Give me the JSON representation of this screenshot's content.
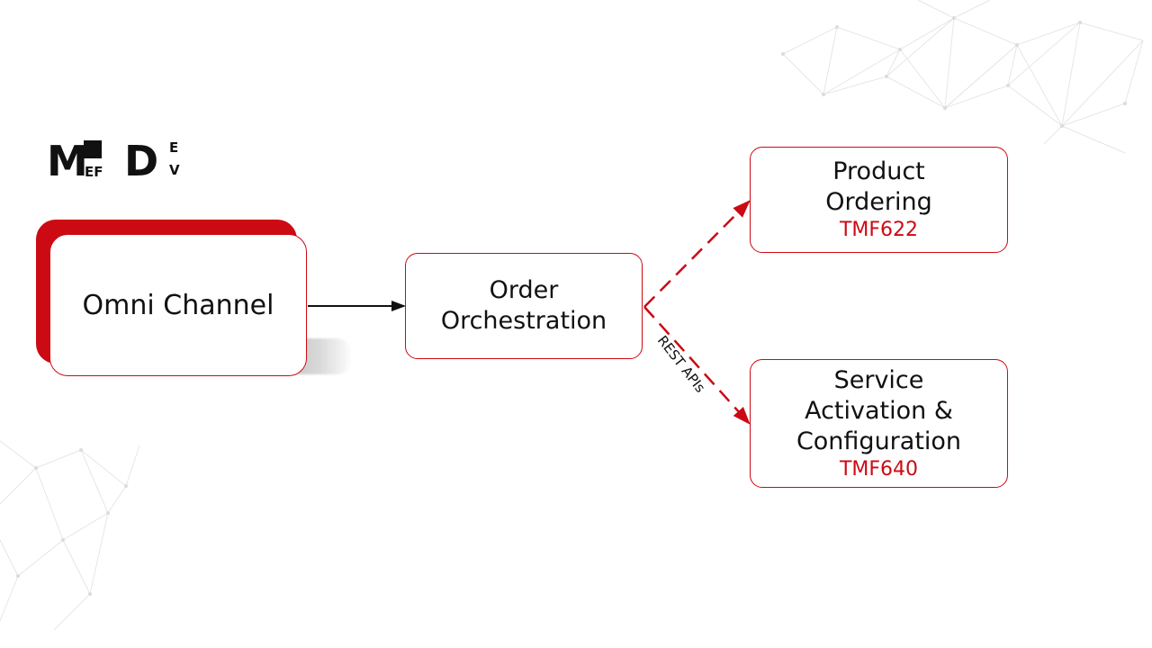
{
  "logo": {
    "big_left": "M",
    "small_left": "EF",
    "big_right": "D",
    "small_top": "E",
    "small_bottom": "V"
  },
  "nodes": {
    "omni_channel": "Omni Channel",
    "order_orchestration": [
      "Order",
      "Orchestration"
    ],
    "product_ordering": {
      "lines": [
        "Product",
        "Ordering"
      ],
      "code": "TMF622"
    },
    "service_activation": {
      "lines": [
        "Service",
        "Activation &",
        "Configuration"
      ],
      "code": "TMF640"
    }
  },
  "edges": {
    "rest_label": "REST APIs"
  },
  "colors": {
    "accent": "#cc0a14",
    "text": "#111111",
    "background_net": "#e4e4e4"
  }
}
